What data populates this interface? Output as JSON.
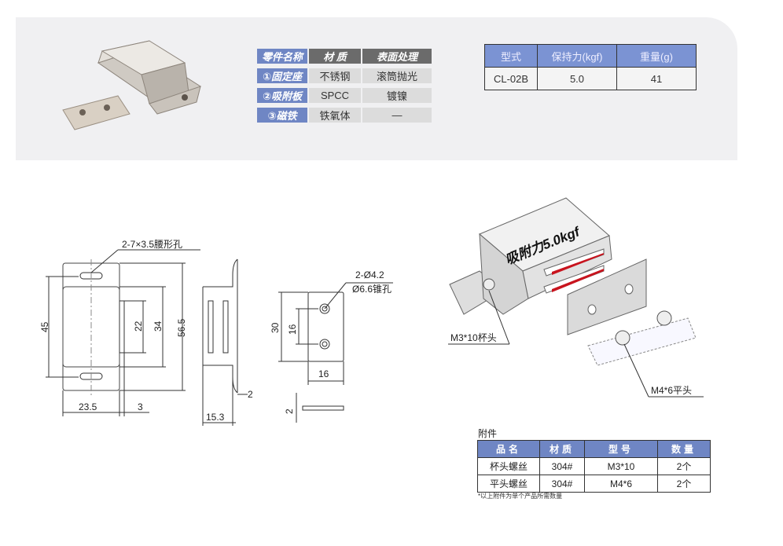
{
  "parts_table": {
    "headers": [
      "零件名称",
      "材 质",
      "表面处理"
    ],
    "rows": [
      {
        "name": "①固定座",
        "material": "不锈钢",
        "finish": "滚筒抛光"
      },
      {
        "name": "②吸附板",
        "material": "SPCC",
        "finish": "镀镍"
      },
      {
        "name": "③磁铁",
        "material": "铁氧体",
        "finish": "—"
      }
    ]
  },
  "spec_table": {
    "headers": [
      "型式",
      "保持力(kgf)",
      "重量(g)"
    ],
    "row": {
      "model": "CL-02B",
      "force": "5.0",
      "weight": "41"
    }
  },
  "drawing": {
    "slot_label": "2-7×3.5腰形孔",
    "hole_label_1": "2-Ø4.2",
    "hole_label_2": "Ø6.6锥孔",
    "dims": {
      "d45": "45",
      "d22": "22",
      "d34": "34",
      "d565": "56.5",
      "d235": "23.5",
      "d3": "3",
      "d153": "15.3",
      "d2a": "2",
      "d30": "30",
      "d16v": "16",
      "d16h": "16",
      "d2b": "2"
    }
  },
  "render": {
    "force_label": "吸附力5.0kgf",
    "screw1_label": "M3*10杯头",
    "screw2_label": "M4*6平头",
    "magnet_color": "#c8141e"
  },
  "accessories": {
    "title": "附件",
    "headers": [
      "品名",
      "材质",
      "型号",
      "数量"
    ],
    "rows": [
      {
        "name": "杯头螺丝",
        "material": "304#",
        "model": "M3*10",
        "qty": "2个"
      },
      {
        "name": "平头螺丝",
        "material": "304#",
        "model": "M4*6",
        "qty": "2个"
      }
    ],
    "note": "*以上附件为单个产品所需数量"
  }
}
